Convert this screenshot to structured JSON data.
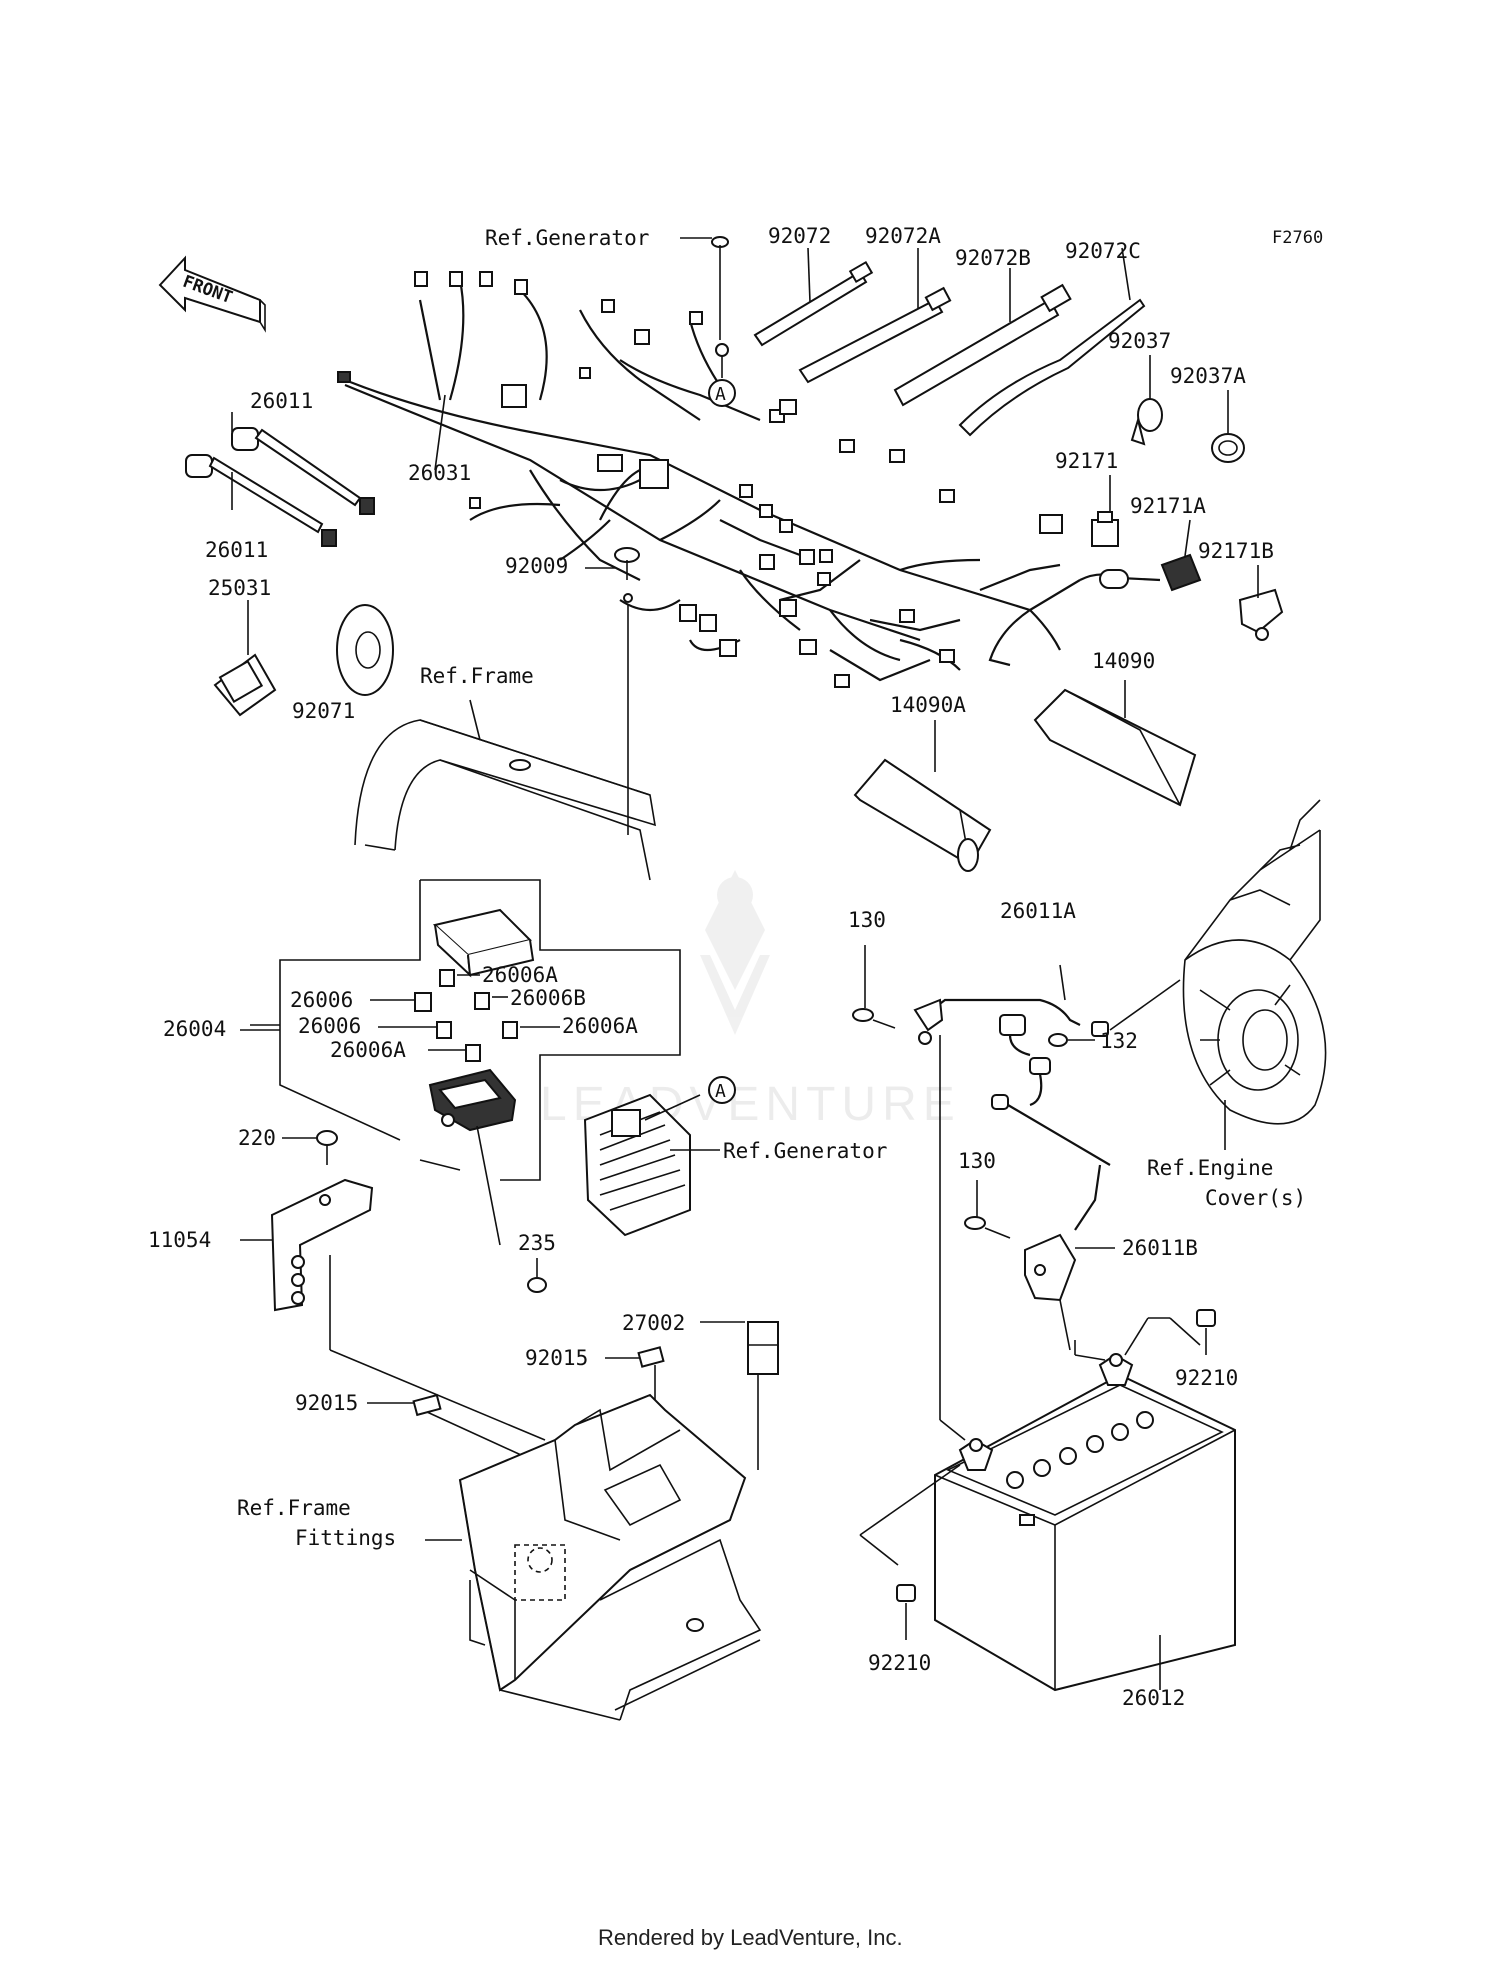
{
  "diagram_code": "F2760",
  "front_label": "FRONT",
  "footer": "Rendered by LeadVenture, Inc.",
  "watermark": "LEADVENTURE",
  "callout_marker": "A",
  "refs": {
    "generator_top": "Ref.Generator",
    "frame": "Ref.Frame",
    "generator_mid": "Ref.Generator",
    "engine_cover_1": "Ref.Engine",
    "engine_cover_2": "Cover(s)",
    "frame_fittings_1": "Ref.Frame",
    "frame_fittings_2": "Fittings"
  },
  "parts": {
    "p92072": "92072",
    "p92072A": "92072A",
    "p92072B": "92072B",
    "p92072C": "92072C",
    "p92037": "92037",
    "p92037A": "92037A",
    "p92171": "92171",
    "p92171A": "92171A",
    "p92171B": "92171B",
    "p26011a": "26011",
    "p26011b": "26011",
    "p26031": "26031",
    "p92009": "92009",
    "p25031": "25031",
    "p92071": "92071",
    "p14090": "14090",
    "p14090A": "14090A",
    "p26006A_1": "26006A",
    "p26006_1": "26006",
    "p26006B": "26006B",
    "p26006_2": "26006",
    "p26006A_2": "26006A",
    "p26006A_3": "26006A",
    "p26004": "26004",
    "p220": "220",
    "p11054": "11054",
    "p235": "235",
    "p130a": "130",
    "p26011A": "26011A",
    "p132": "132",
    "p130b": "130",
    "p26011B": "26011B",
    "p92210a": "92210",
    "p92210b": "92210",
    "p27002": "27002",
    "p92015a": "92015",
    "p92015b": "92015",
    "p26012": "26012"
  }
}
